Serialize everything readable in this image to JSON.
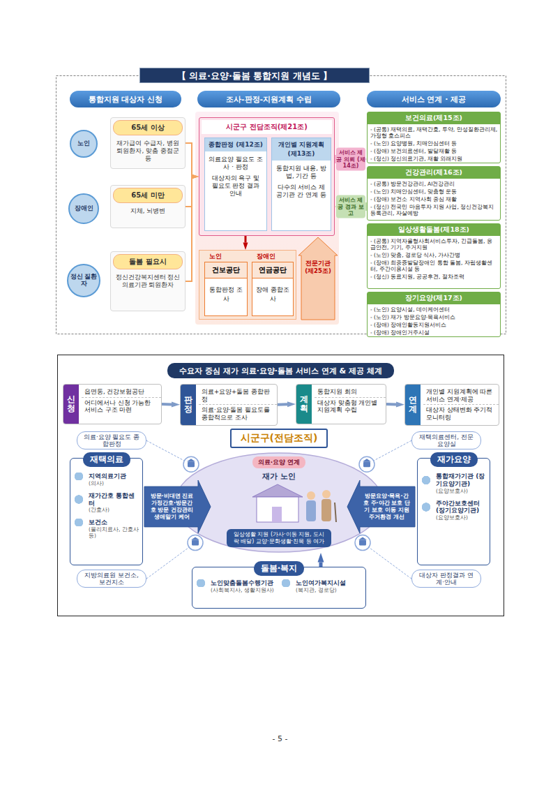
{
  "diagram": {
    "title": "【 의료·요양·돌봄 통합지원 개념도 】",
    "nodes": [
      {
        "text": [
          "통합지원 대상자 신청"
        ]
      },
      {
        "text": [
          "조사-판정-지원계획 수립"
        ]
      },
      {
        "text": [
          "서비스 연계 · 제공"
        ]
      },
      {
        "text": [
          "노인"
        ]
      },
      {
        "text": [
          "장애인"
        ]
      },
      {
        "text": [
          "정신 질환자"
        ]
      },
      {
        "text": [
          "65세 이상",
          "재가급여 수급자, 병원 퇴원환자, 맞춤 중점군 등"
        ]
      },
      {
        "text": [
          "65세 미만",
          "지체, 뇌병변"
        ]
      },
      {
        "text": [
          "돌봄 필요시",
          "정신건강복지센터 정신의료기관 퇴원환자"
        ]
      },
      {
        "text": [
          "시군구 전담조직(제21조)"
        ]
      },
      {
        "text": [
          "종합판정 (제12조)",
          "의료요양 필요도 조사 · 판정",
          "대상자의 욕구 및 필요도 판정 결과 안내"
        ],
        "in": 9
      },
      {
        "text": [
          "개인별 지원계획 (제13조)",
          "통합지원 내용, 방법, 기간 등",
          "다수의 서비스 제공기관 간 연계 등"
        ],
        "in": 9
      },
      {
        "text": [
          "노인",
          "장애인"
        ]
      },
      {
        "text": [
          "건보공단",
          "통합판정 조사"
        ],
        "in": 12
      },
      {
        "text": [
          "연금공단",
          "장애 종합조사"
        ],
        "in": 12
      },
      {
        "text": [
          "전문기관 (제25조)"
        ]
      },
      {
        "text": [
          "보건의료(제15조)",
          "- (공통) 재택의료, 재택간호, 투약, 만성질환관리제, 가정형 호스피스",
          "- (노인) 요양병원, 치매안심센터 등",
          "- (장애) 보건의료센터, 발달재활 등",
          "- (정신) 정신의료기관, 재활 외래지원"
        ]
      },
      {
        "text": [
          "건강관리(제16조)",
          "- (공통) 방문건강관리, AI건강관리",
          "- (노인) 치매안심센터, 맞춤형 운동",
          "- (장애) 보건소 지역사회 중심 재활",
          "- (정신) 전국민 마음투자 지원 사업, 정신건강복지 등록관리, 자살예방"
        ]
      },
      {
        "text": [
          "일상생활돌봄(제18조)",
          "- (공통) 지역자율형사회서비스투자, 긴급돌봄, 응급안전, 기기, 주거지원",
          "- (노인) 맞춤, 경로당 식사, 가사간병",
          "- (장애) 최중증발달장애인 통합 돌봄, 자립생활센터, 주간이용시설 등",
          "- (정신) 동료지원, 공공후견, 절차조력"
        ]
      },
      {
        "text": [
          "장기요양(제17조)",
          "- (노인) 요양시설, 데이케어센터",
          "- (노인) 재가 방문요양·목욕서비스",
          "- (장애) 장애인활동지원서비스",
          "- (장애) 장애인거주시설"
        ]
      },
      {
        "text": [
          "수요자 중심 재가 의료·요양·돌봄 서비스 연계 & 제공 체계"
        ]
      },
      {
        "text": [
          "신청",
          "읍면동, 건강보험공단",
          "어디에서나 신청 가능한 서비스 구조 마련"
        ]
      },
      {
        "text": [
          "판정",
          "의료+요양+돌봄 종합판정",
          "의료·요양·돌봄 필요도를 종합적으로 조사"
        ]
      },
      {
        "text": [
          "계획",
          "통합지원 회의",
          "대상자 맞춤형 개인별 지원계획 수립"
        ]
      },
      {
        "text": [
          "연계",
          "개인별 지원계획에 따른 서비스 연계·제공",
          "대상자 상태변화 주기적 모니터링"
        ]
      },
      {
        "text": [
          "시군구(전담조직)"
        ]
      },
      {
        "text": [
          "의료·요양 연계",
          "재가 노인",
          "일상생활 지원 (가사·이동 지원, 도시락 배달) 교양·문화생활·친목 등 여가"
        ]
      },
      {
        "text": [
          "의료·요양 필요도 종합판정"
        ]
      },
      {
        "text": [
          "재택의료",
          "지역의료기관",
          "(의사)",
          "재가간호 통합센터",
          "(간호사)",
          "보건소",
          "(물리치료사, 간호사 등)"
        ]
      },
      {
        "text": [
          "방문·비대면 진료 가정간호·방문간호 방문 건강관리 생애말기 케어"
        ]
      },
      {
        "text": [
          "지방의료원 보건소, 보건지소"
        ]
      },
      {
        "text": [
          "재택의료센터, 전문요양실"
        ]
      },
      {
        "text": [
          "재가요양",
          "통합재가기관 (장기요양기관)",
          "(요양보호사)",
          "주야간보호센터 (장기요양기관)",
          "(요양보호사)"
        ]
      },
      {
        "text": [
          "방문요양·목욕·간호 주·야간 보호 단기 보호 이동 지원 주거환경 개선"
        ]
      },
      {
        "text": [
          "대상자 판정결과 연계·안내"
        ]
      },
      {
        "text": [
          "돌봄·복지",
          "노인맞춤돌봄수행기관",
          "(사회복지사, 생활지원사)",
          "노인여가복지시설",
          "(복지관, 경로당)"
        ]
      }
    ],
    "edges": [
      {
        "from": 6,
        "to": 9,
        "arrow": "to"
      },
      {
        "from": 7,
        "to": 9,
        "arrow": "to"
      },
      {
        "from": 8,
        "to": 9,
        "arrow": "to"
      },
      {
        "from": 9,
        "to": 16,
        "label": "서비스 제공 의뢰 (제14조)",
        "arrow": "to"
      },
      {
        "from": 17,
        "to": 9,
        "label": "서비스 제공 경과 보고",
        "arrow": "to"
      },
      {
        "from": 9,
        "to": 12,
        "arrow": "to"
      },
      {
        "from": 21,
        "to": 22,
        "arrow": "to"
      },
      {
        "from": 22,
        "to": 23,
        "arrow": "to"
      },
      {
        "from": 23,
        "to": 24,
        "arrow": "to"
      },
      {
        "from": 27,
        "to": 26,
        "arrow": "none"
      },
      {
        "from": 30,
        "to": 26,
        "arrow": "none"
      },
      {
        "from": 31,
        "to": 26,
        "arrow": "none"
      },
      {
        "from": 34,
        "to": 26,
        "arrow": "none"
      },
      {
        "from": 35,
        "to": 26,
        "arrow": "to"
      }
    ],
    "labels": [
      "- 5 -"
    ]
  }
}
